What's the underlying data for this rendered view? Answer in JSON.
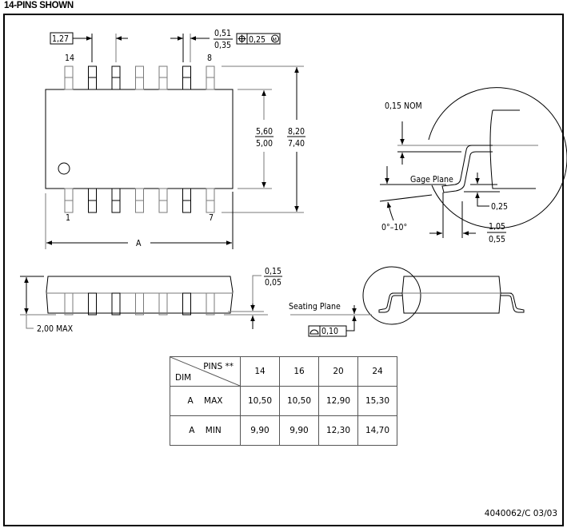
{
  "heading": "14-PINS SHOWN",
  "top_view": {
    "pin_pitch": "1,27",
    "lead_width_max": "0,51",
    "lead_width_min": "0,35",
    "position_tolerance_symbol": "position-icon",
    "position_tolerance": "0,25",
    "mmc_symbol": "M",
    "pin_labels": {
      "top_left": "14",
      "top_right": "8",
      "bottom_left": "1",
      "bottom_right": "7"
    },
    "body_width_max": "5,60",
    "body_width_min": "5,00",
    "overall_width_max": "8,20",
    "overall_width_min": "7,40",
    "length_label": "A",
    "pins_per_side": 7
  },
  "side_view": {
    "height_label": "2,00 MAX",
    "standoff_max": "0,15",
    "standoff_min": "0,05"
  },
  "end_view": {
    "seating_plane_label": "Seating Plane",
    "flatness_symbol": "flatness-icon",
    "flatness_tolerance": "0,10"
  },
  "detail_view": {
    "lead_thickness_label": "0,15 NOM",
    "gage_plane_label": "Gage Plane",
    "gage_height": "0,25",
    "angle_label": "0°–10°",
    "foot_length_max": "1,05",
    "foot_length_min": "0,55"
  },
  "dimension_table": {
    "header_pins_label": "PINS **",
    "header_dim_label": "DIM",
    "pin_counts": [
      "14",
      "16",
      "20",
      "24"
    ],
    "rows": [
      {
        "label": "A",
        "type": "MAX",
        "values": [
          "10,50",
          "10,50",
          "12,90",
          "15,30"
        ]
      },
      {
        "label": "A",
        "type": "MIN",
        "values": [
          "9,90",
          "9,90",
          "12,30",
          "14,70"
        ]
      }
    ]
  },
  "drawing_number": "4040062/C 03/03"
}
